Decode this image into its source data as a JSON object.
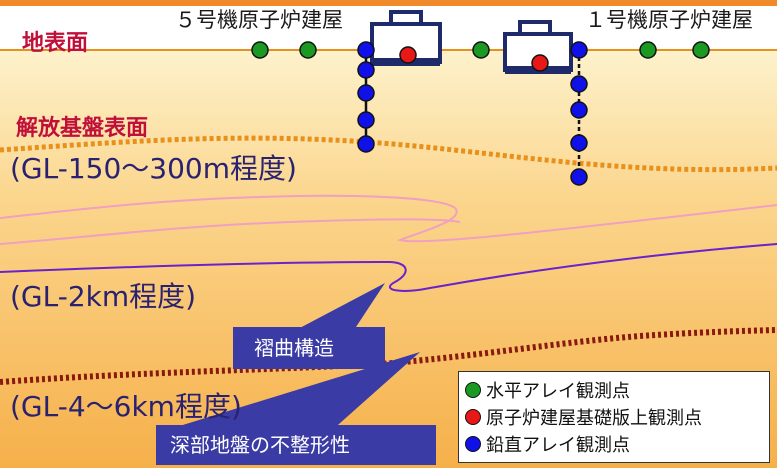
{
  "labels": {
    "unit5": "５号機原子炉建屋",
    "unit1": "１号機原子炉建屋",
    "ground_surface": "地表面",
    "bedrock_surface": "解放基盤表面",
    "depth_bedrock": "(GL-150〜300m程度)",
    "depth_fold": "(GL-2km程度)",
    "depth_deep": "(GL-4〜6km程度)"
  },
  "callouts": {
    "fold": "褶曲構造",
    "deep_irregularity": "深部地盤の不整形性"
  },
  "legend": [
    {
      "label": "水平アレイ観測点",
      "color": "#1a9a22"
    },
    {
      "label": "原子炉建屋基礎版上観測点",
      "color": "#e81818"
    },
    {
      "label": "鉛直アレイ観測点",
      "color": "#1010e8"
    }
  ],
  "colors": {
    "horizontal_array": "#1a9a22",
    "foundation": "#e81818",
    "vertical_array": "#1010e8",
    "ground_line": "#e8901a",
    "fold_line": "#6a22cc",
    "callout_fill": "#3b3ba6"
  }
}
